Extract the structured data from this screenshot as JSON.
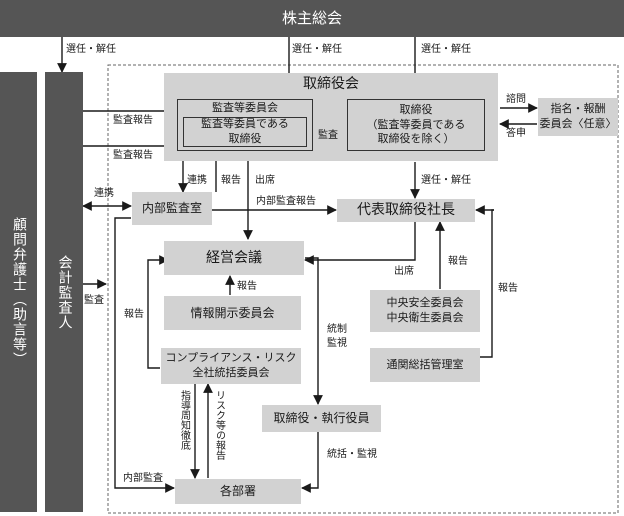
{
  "nodes": {
    "shareholders": "株主総会",
    "legal_advisor": "顧問弁護士（助言等）",
    "auditor": "会計監査人",
    "board": "取締役会",
    "audit_committee": "監査等委員会",
    "audit_member_director": "監査等委員である\n取締役",
    "directors_excl": "取締役\n（監査等委員である\n取締役を除く）",
    "nomination": "指名・報酬\n委員会〈任意〉",
    "internal_audit": "内部監査室",
    "president": "代表取締役社長",
    "management_meeting": "経営会議",
    "disclosure_committee": "情報開示委員会",
    "compliance_committee": "コンプライアンス・リスク\n全社統括委員会",
    "safety_committee": "中央安全委員会\n中央衛生委員会",
    "customs_office": "通関総括管理室",
    "executives": "取締役・執行役員",
    "departments": "各部署"
  },
  "labels": {
    "elect1": "選任・解任",
    "elect2": "選任・解任",
    "elect3": "選任・解任",
    "elect4": "選任・解任",
    "consult": "諮問",
    "reply": "答申",
    "audit_report1": "監査報告",
    "audit_report2": "監査報告",
    "audit": "監査",
    "audit_left": "監査",
    "cooperate1": "連携",
    "cooperate2": "連携",
    "report1": "報告",
    "attend1": "出席",
    "internal_audit_report": "内部監査報告",
    "attend2": "出席",
    "report2": "報告",
    "report3": "報告",
    "report4": "報告",
    "report5": "報告",
    "control": "統制\n監視",
    "instruct": "指導周知徹底",
    "risk_report": "リスク等の報告",
    "supervise": "統括・監視",
    "internal_audit2": "内部監査"
  }
}
